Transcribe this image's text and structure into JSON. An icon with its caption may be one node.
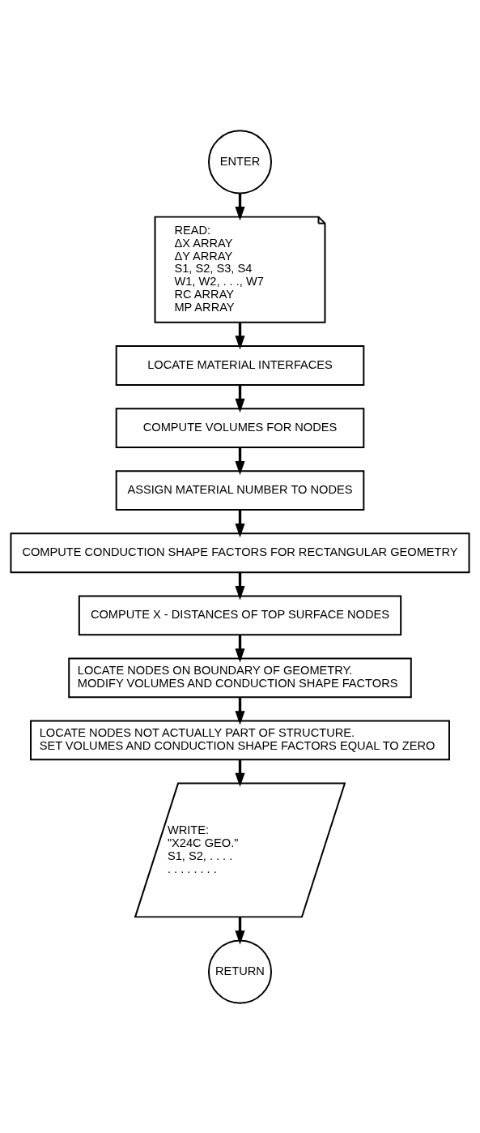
{
  "diagram": {
    "nodes": [
      {
        "text": [
          "ENTER"
        ]
      },
      {
        "text": [
          "READ:",
          "ΔX ARRAY",
          "ΔY ARRAY",
          "S1, S2, S3, S4",
          "W1, W2, . . ., W7",
          "RC ARRAY",
          "MP ARRAY"
        ]
      },
      {
        "text": [
          "LOCATE MATERIAL INTERFACES"
        ]
      },
      {
        "text": [
          "COMPUTE VOLUMES FOR NODES"
        ]
      },
      {
        "text": [
          "ASSIGN MATERIAL NUMBER TO NODES"
        ]
      },
      {
        "text": [
          "COMPUTE CONDUCTION SHAPE FACTORS FOR RECTANGULAR GEOMETRY"
        ]
      },
      {
        "text": [
          "COMPUTE X - DISTANCES OF TOP SURFACE NODES"
        ]
      },
      {
        "text": [
          "LOCATE NODES ON BOUNDARY OF GEOMETRY.",
          "MODIFY VOLUMES AND CONDUCTION SHAPE FACTORS"
        ]
      },
      {
        "text": [
          "LOCATE NODES NOT ACTUALLY PART OF STRUCTURE.",
          "SET VOLUMES AND CONDUCTION SHAPE FACTORS EQUAL TO ZERO"
        ]
      },
      {
        "text": [
          "WRITE:",
          "\"X24C GEO.\"",
          "S1, S2, . . . .",
          ". . . . . . . ."
        ]
      },
      {
        "text": [
          "RETURN"
        ]
      }
    ],
    "edges": [
      {
        "from": 0,
        "to": 1,
        "arrow": "to"
      },
      {
        "from": 1,
        "to": 2,
        "arrow": "to"
      },
      {
        "from": 2,
        "to": 3,
        "arrow": "to"
      },
      {
        "from": 3,
        "to": 4,
        "arrow": "to"
      },
      {
        "from": 4,
        "to": 5,
        "arrow": "to"
      },
      {
        "from": 5,
        "to": 6,
        "arrow": "to"
      },
      {
        "from": 6,
        "to": 7,
        "arrow": "to"
      },
      {
        "from": 7,
        "to": 8,
        "arrow": "to"
      },
      {
        "from": 8,
        "to": 9,
        "arrow": "to"
      },
      {
        "from": 9,
        "to": 10,
        "arrow": "to"
      }
    ]
  }
}
